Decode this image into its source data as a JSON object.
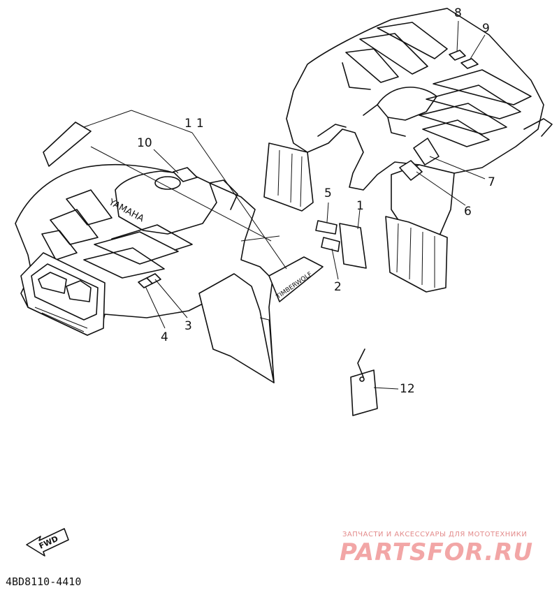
{
  "diagram": {
    "part_code": "4BD8110-4410",
    "fwd_label": "FWD",
    "callouts": [
      "1",
      "2",
      "3",
      "4",
      "5",
      "6",
      "7",
      "8",
      "9",
      "10",
      "11",
      "12"
    ],
    "decal_text_brand": "YAMAHA",
    "decal_text_model": "TIMBERWOLF"
  },
  "watermark": {
    "tagline": "ЗАПЧАСТИ И АКСЕССУАРЫ ДЛЯ МОТОТЕХНИКИ",
    "brand": "PARTSFOR.RU",
    "colors": {
      "tagline": "#e38b8b",
      "brand": "#f2a6a6"
    }
  }
}
